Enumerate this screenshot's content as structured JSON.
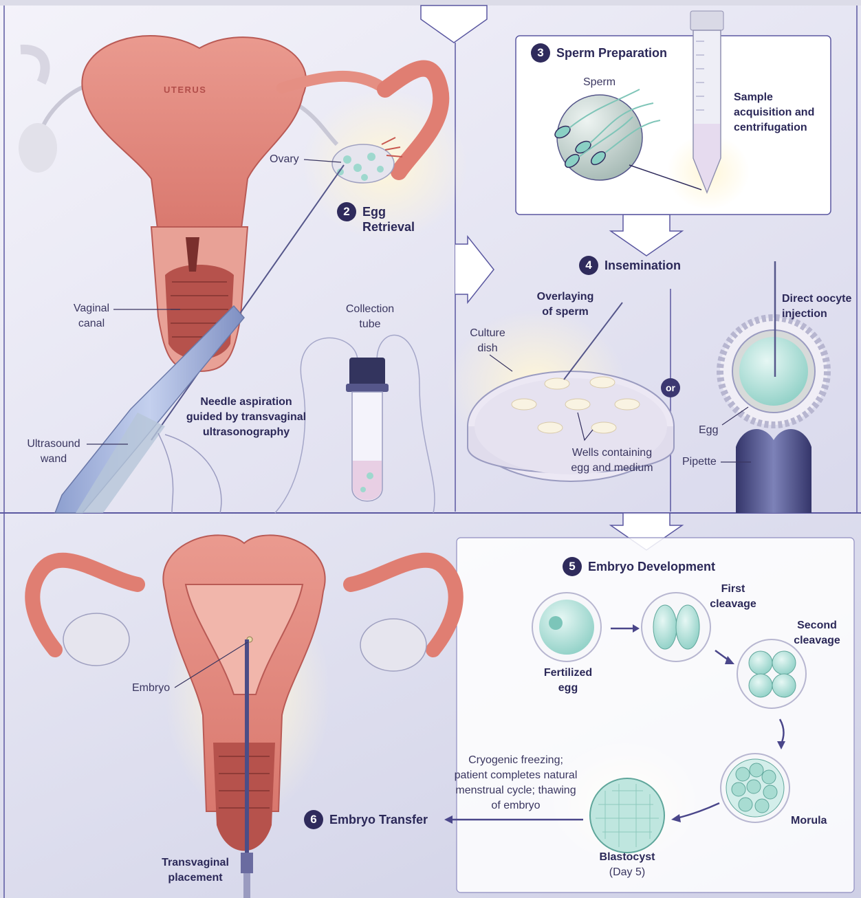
{
  "labels": {
    "uterus": "UTERUS",
    "ovary": "Ovary",
    "vaginal_canal": [
      "Vaginal",
      "canal"
    ],
    "needle_aspiration": [
      "Needle aspiration",
      "guided by transvaginal",
      "ultrasonography"
    ],
    "ultrasound_wand": [
      "Ultrasound",
      "wand"
    ],
    "collection_tube": [
      "Collection",
      "tube"
    ],
    "sperm": "Sperm",
    "sample_acquisition": [
      "Sample",
      "acquisition and",
      "centrifugation"
    ],
    "overlaying_sperm": [
      "Overlaying",
      "of sperm"
    ],
    "culture_dish": [
      "Culture",
      "dish"
    ],
    "wells": [
      "Wells containing",
      "egg and medium"
    ],
    "or": "or",
    "direct_injection": [
      "Direct oocyte",
      "injection"
    ],
    "egg": "Egg",
    "pipette": "Pipette",
    "embryo": "Embryo",
    "transvaginal_placement": [
      "Transvaginal",
      "placement"
    ],
    "fertilized_egg": [
      "Fertilized",
      "egg"
    ],
    "first_cleavage": [
      "First",
      "cleavage"
    ],
    "second_cleavage": [
      "Second",
      "cleavage"
    ],
    "morula": "Morula",
    "blastocyst": [
      "Blastocyst",
      "(Day 5)"
    ],
    "cryogenic": [
      "Cryogenic freezing;",
      "patient completes natural",
      "menstrual cycle; thawing",
      "of embryo"
    ]
  },
  "steps": [
    {
      "number": "2",
      "title": [
        "Egg",
        "Retrieval"
      ]
    },
    {
      "number": "3",
      "title": [
        "Sperm Preparation"
      ]
    },
    {
      "number": "4",
      "title": [
        "Insemination"
      ]
    },
    {
      "number": "5",
      "title": [
        "Embryo Development"
      ]
    },
    {
      "number": "6",
      "title": [
        "Embryo Transfer"
      ]
    }
  ],
  "colors": {
    "navy": "#2f2b5c",
    "tissue": "#e58f83",
    "tissue_dark": "#b95a55",
    "cell": "#bfe8e2",
    "panel_line": "#5a57a0"
  }
}
